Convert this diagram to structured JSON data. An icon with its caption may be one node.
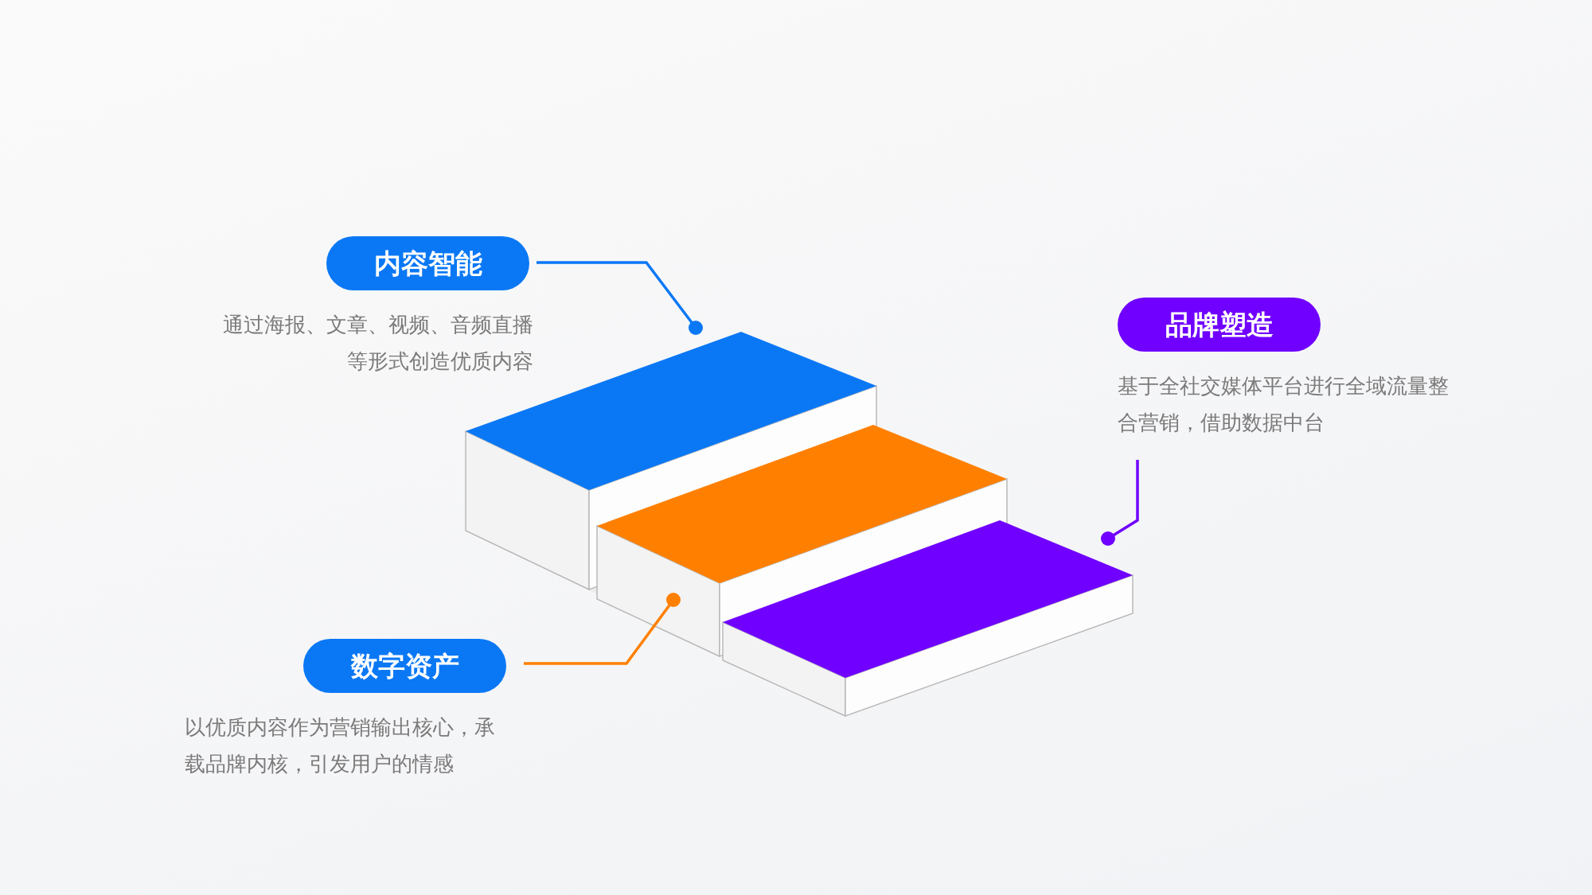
{
  "diagram": {
    "nodes": [
      {
        "text": [
          "内容智能",
          "通过海报、文章、视频、音频直播等形式创造优质内容"
        ]
      },
      {
        "text": [
          "品牌塑造",
          "基于全社交媒体平台进行全域流量整合营销，借助数据中台"
        ]
      },
      {
        "text": [
          "数字资产",
          "以优质内容作为营销输出核心，承载品牌内核，引发用户的情感"
        ]
      },
      {
        "text": [],
        "shape": "box"
      },
      {
        "text": [],
        "shape": "box"
      },
      {
        "text": [],
        "shape": "box"
      }
    ],
    "edges": [
      {
        "from": 0,
        "to": 3,
        "arrow": "other",
        "color": "#0a78f5"
      },
      {
        "from": 1,
        "to": 5,
        "arrow": "other",
        "color": "#7000ff"
      },
      {
        "from": 2,
        "to": 4,
        "arrow": "other",
        "color": "#ff8000"
      }
    ]
  }
}
